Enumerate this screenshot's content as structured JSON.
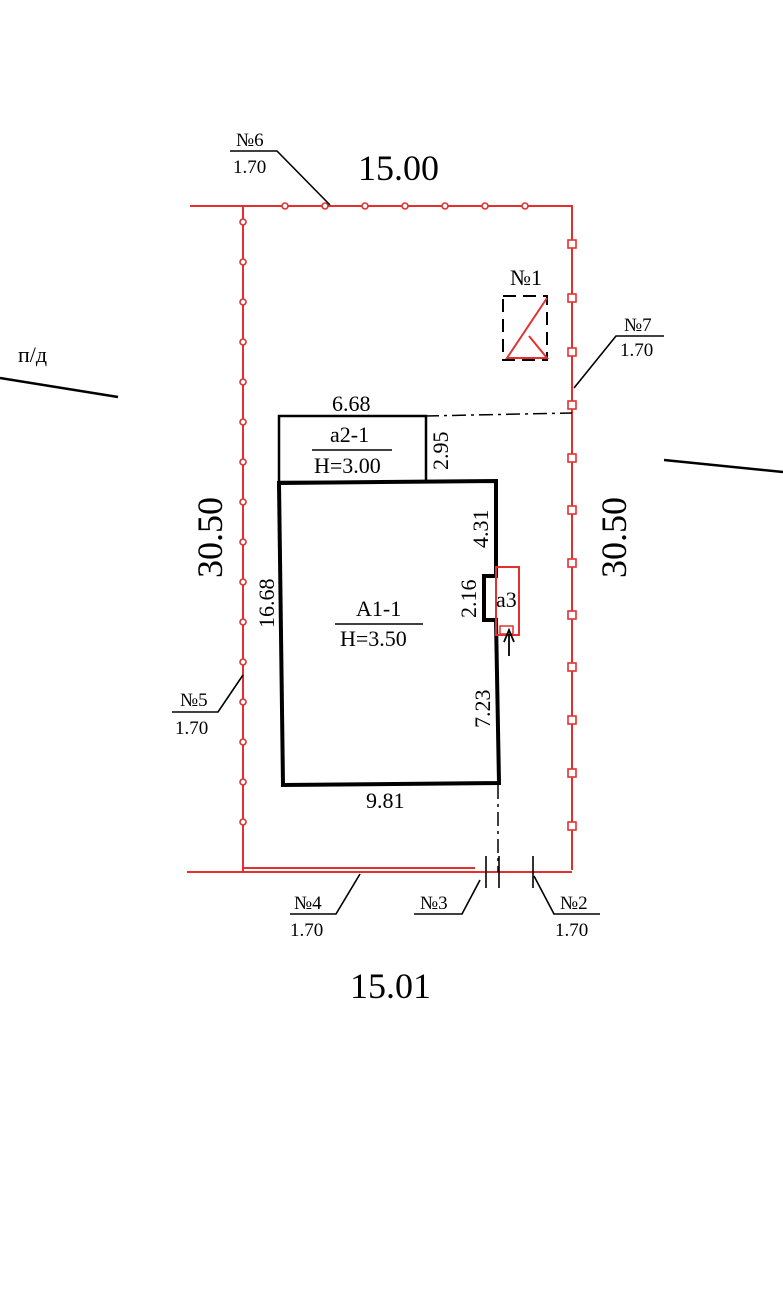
{
  "street_label": "п/д",
  "colors": {
    "fence": "#e23030",
    "building": "#000000",
    "background": "#ffffff"
  },
  "plot_dimensions": {
    "top": "15.00",
    "bottom": "15.01",
    "left": "30.50",
    "right": "30.50"
  },
  "fence_labels": [
    {
      "number": "№6",
      "height": "1.70"
    },
    {
      "number": "№7",
      "height": "1.70"
    },
    {
      "number": "№5",
      "height": "1.70"
    },
    {
      "number": "№4",
      "height": "1.70"
    },
    {
      "number": "№3",
      "height": ""
    },
    {
      "number": "№2",
      "height": "1.70"
    }
  ],
  "structure_1": {
    "label": "№1"
  },
  "building_a2": {
    "name": "а2-1",
    "height": "H=3.00",
    "width_dim": "6.68",
    "depth_dim": "2.95"
  },
  "building_a1": {
    "name": "А1-1",
    "height": "H=3.50",
    "left_dim": "16.68",
    "bottom_dim": "9.81",
    "right_top_dim": "4.31",
    "notch_dim": "2.16",
    "right_bottom_dim": "7.23"
  },
  "porch_a3": {
    "name": "а3"
  }
}
